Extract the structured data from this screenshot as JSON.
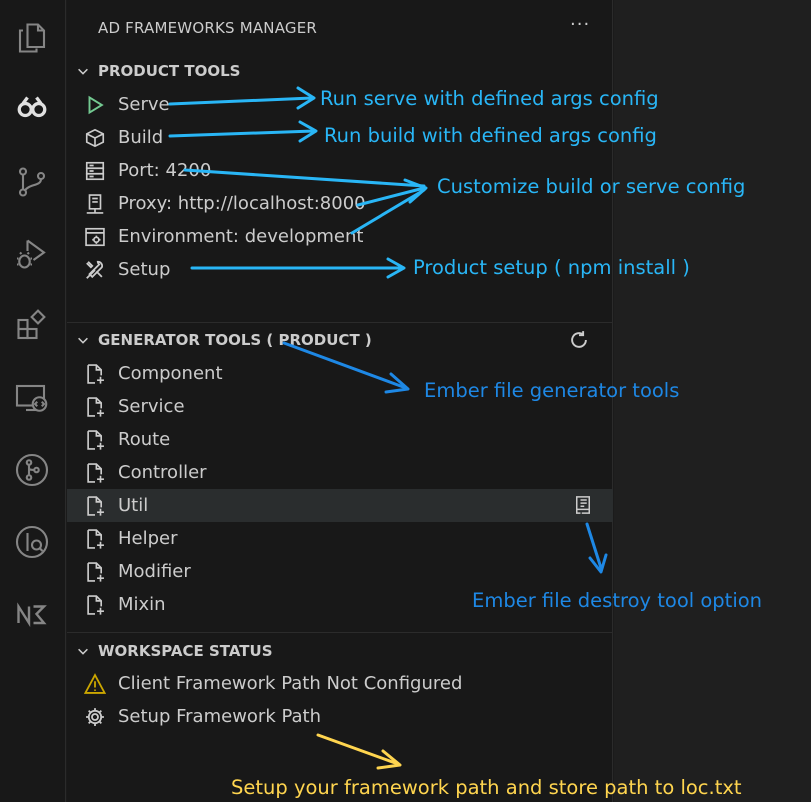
{
  "panel": {
    "title": "AD FRAMEWORKS MANAGER",
    "more_label": "···"
  },
  "sections": {
    "product_tools": {
      "header": "PRODUCT TOOLS",
      "items": [
        {
          "label": "Serve",
          "icon": "play-icon"
        },
        {
          "label": "Build",
          "icon": "package-icon"
        },
        {
          "label": "Port: 4200",
          "icon": "server-icon"
        },
        {
          "label": "Proxy: http://localhost:8000",
          "icon": "remote-icon"
        },
        {
          "label": "Environment: development",
          "icon": "settings-window-icon"
        },
        {
          "label": "Setup",
          "icon": "tools-icon"
        }
      ]
    },
    "generator_tools": {
      "header": "GENERATOR TOOLS ( PRODUCT )",
      "items": [
        {
          "label": "Component"
        },
        {
          "label": "Service"
        },
        {
          "label": "Route"
        },
        {
          "label": "Controller"
        },
        {
          "label": "Util"
        },
        {
          "label": "Helper"
        },
        {
          "label": "Modifier"
        },
        {
          "label": "Mixin"
        }
      ]
    },
    "workspace_status": {
      "header": "WORKSPACE STATUS",
      "items": [
        {
          "label": "Client Framework Path Not Configured",
          "icon": "warning-icon"
        },
        {
          "label": "Setup Framework Path",
          "icon": "gear-icon"
        }
      ]
    }
  },
  "annotations": {
    "serve": "Run serve with defined args config",
    "build": "Run build with defined args config",
    "config": "Customize build or serve config",
    "setup": "Product setup ( npm install )",
    "generator": "Ember file generator tools",
    "destroy": "Ember file destroy tool option",
    "framework": "Setup your framework path and store path to loc.txt"
  },
  "colors": {
    "annotation_cyan": "#29b6f6",
    "annotation_blue": "#1e88e5",
    "annotation_yellow": "#ffd54f",
    "play_green": "#73c991",
    "warning_yellow": "#cca700"
  }
}
